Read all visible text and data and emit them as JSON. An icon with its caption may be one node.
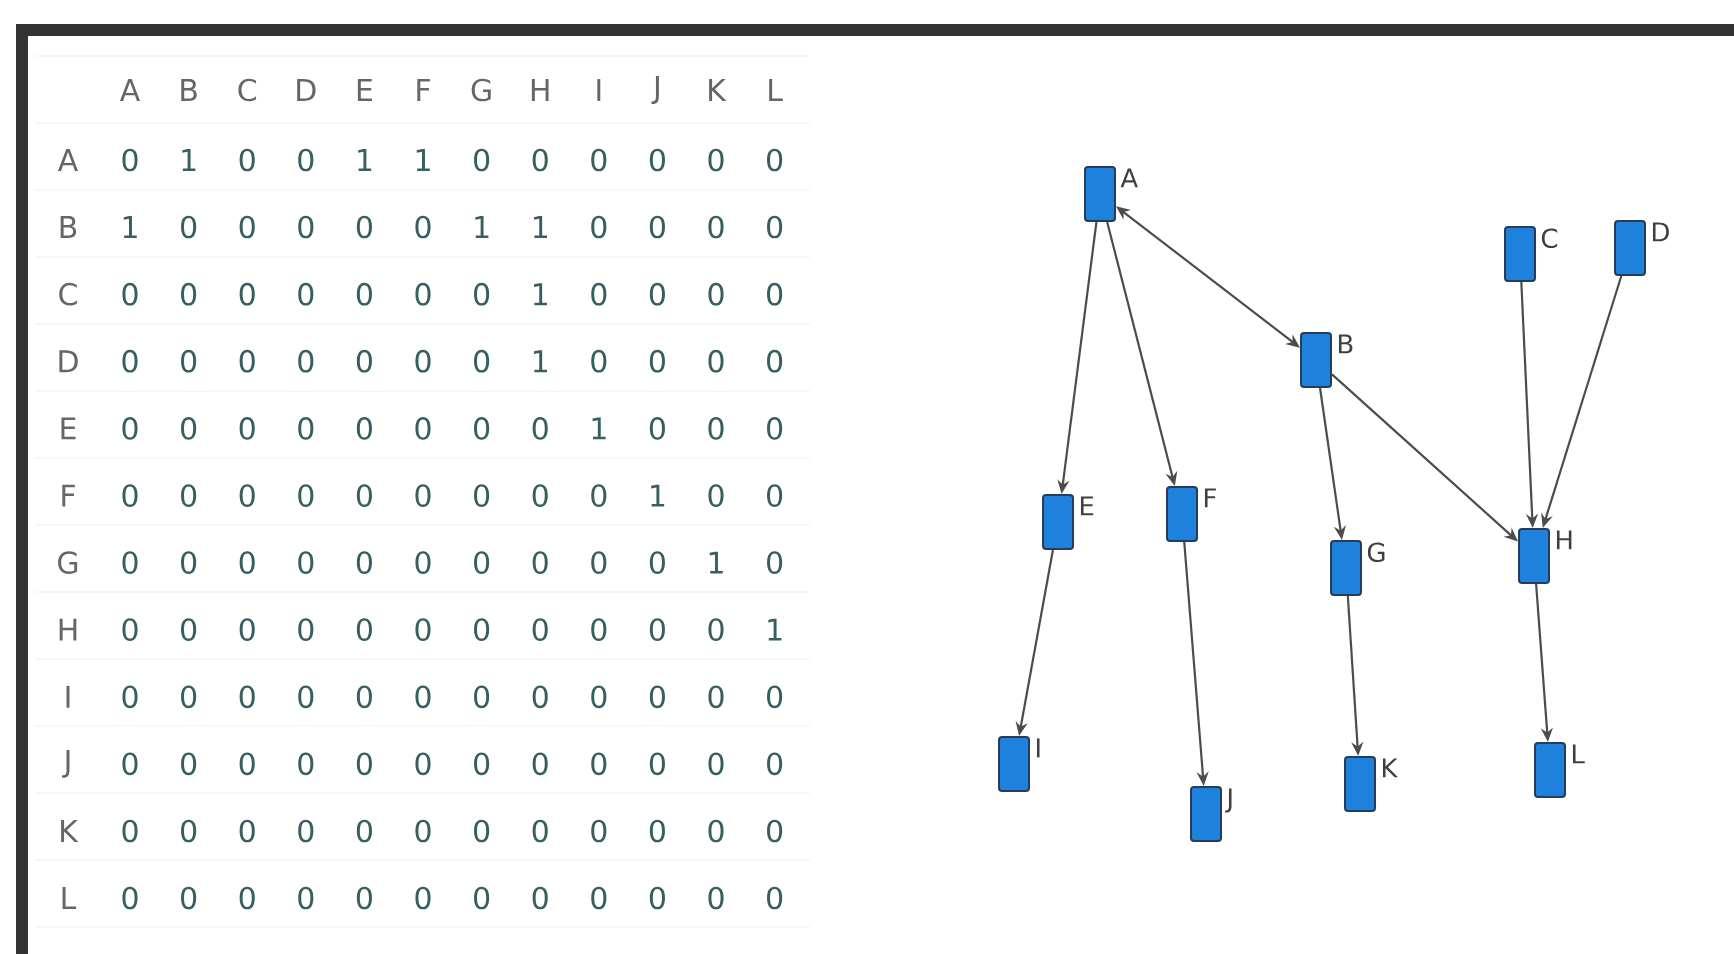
{
  "diagram": {
    "nodes": [
      {
        "text": [
          "A"
        ]
      },
      {
        "text": [
          "B"
        ]
      },
      {
        "text": [
          "C"
        ]
      },
      {
        "text": [
          "D"
        ]
      },
      {
        "text": [
          "E"
        ]
      },
      {
        "text": [
          "F"
        ]
      },
      {
        "text": [
          "G"
        ]
      },
      {
        "text": [
          "H"
        ]
      },
      {
        "text": [
          "I"
        ]
      },
      {
        "text": [
          "J"
        ]
      },
      {
        "text": [
          "K"
        ]
      },
      {
        "text": [
          "L"
        ]
      }
    ],
    "edges": [
      {
        "from": 0,
        "to": 1,
        "arrow": "both"
      },
      {
        "from": 0,
        "to": 4,
        "arrow": "to"
      },
      {
        "from": 0,
        "to": 5,
        "arrow": "to"
      },
      {
        "from": 1,
        "to": 6,
        "arrow": "to"
      },
      {
        "from": 1,
        "to": 7,
        "arrow": "to"
      },
      {
        "from": 2,
        "to": 7,
        "arrow": "to"
      },
      {
        "from": 3,
        "to": 7,
        "arrow": "to"
      },
      {
        "from": 4,
        "to": 8,
        "arrow": "to"
      },
      {
        "from": 5,
        "to": 9,
        "arrow": "to"
      },
      {
        "from": 6,
        "to": 10,
        "arrow": "to"
      },
      {
        "from": 7,
        "to": 11,
        "arrow": "to"
      }
    ],
    "labels": [
      "A",
      "B",
      "C",
      "D",
      "E",
      "F",
      "G",
      "H",
      "I",
      "J",
      "K",
      "L",
      "A",
      "0",
      "1",
      "0",
      "0",
      "1",
      "1",
      "0",
      "0",
      "0",
      "0",
      "0",
      "0",
      "B",
      "1",
      "0",
      "0",
      "0",
      "0",
      "0",
      "1",
      "1",
      "0",
      "0",
      "0",
      "0",
      "C",
      "0",
      "0",
      "0",
      "0",
      "0",
      "0",
      "0",
      "1",
      "0",
      "0",
      "0",
      "0",
      "D",
      "0",
      "0",
      "0",
      "0",
      "0",
      "0",
      "0",
      "1",
      "0",
      "0",
      "0",
      "0",
      "E",
      "0",
      "0",
      "0",
      "0",
      "0",
      "0",
      "0",
      "0",
      "1",
      "0",
      "0",
      "0",
      "F",
      "0",
      "0",
      "0",
      "0",
      "0",
      "0",
      "0",
      "0",
      "0",
      "1",
      "0",
      "0",
      "G",
      "0",
      "0",
      "0",
      "0",
      "0",
      "0",
      "0",
      "0",
      "0",
      "0",
      "1",
      "0",
      "H",
      "0",
      "0",
      "0",
      "0",
      "0",
      "0",
      "0",
      "0",
      "0",
      "0",
      "0",
      "1",
      "I",
      "0",
      "0",
      "0",
      "0",
      "0",
      "0",
      "0",
      "0",
      "0",
      "0",
      "0",
      "0",
      "J",
      "0",
      "0",
      "0",
      "0",
      "0",
      "0",
      "0",
      "0",
      "0",
      "0",
      "0",
      "0",
      "K",
      "0",
      "0",
      "0",
      "0",
      "0",
      "0",
      "0",
      "0",
      "0",
      "0",
      "0",
      "0",
      "L",
      "0",
      "0",
      "0",
      "0",
      "0",
      "0",
      "0",
      "0",
      "0",
      "0",
      "0",
      "0"
    ]
  }
}
